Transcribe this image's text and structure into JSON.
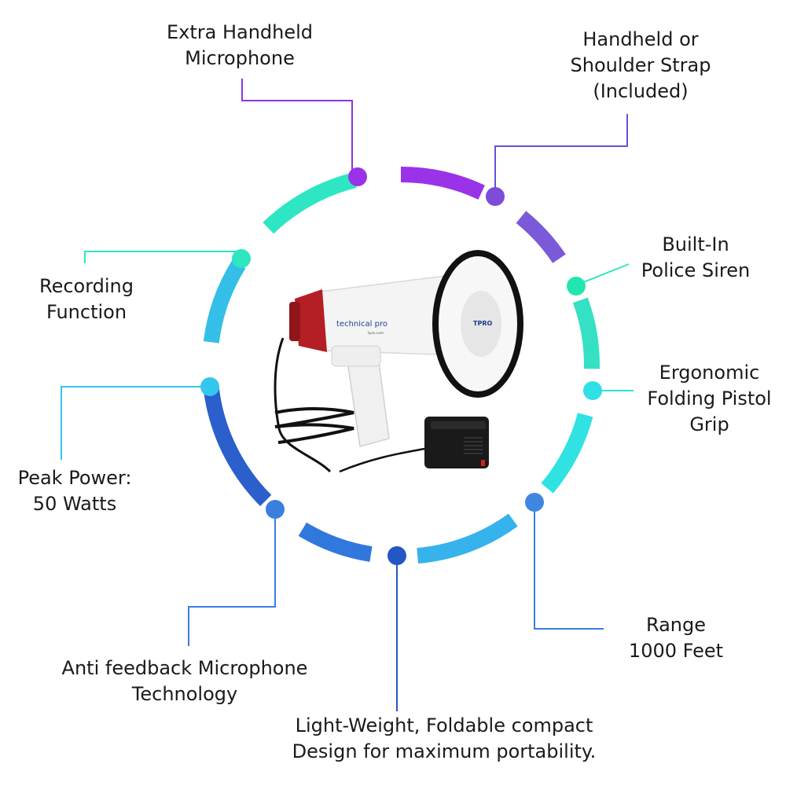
{
  "colors": {
    "purple": "#8a33e6",
    "violet": "#7b4fd8",
    "teal": "#2ee6c0",
    "aqua": "#2fe0e6",
    "sky": "#3fa8f0",
    "blue": "#2f6fd6",
    "darkblue": "#2456c4"
  },
  "product": {
    "brand": "technical pro",
    "brand_sub": "tpro.com",
    "badge": "TPRO"
  },
  "features": [
    {
      "id": "mic",
      "lines": [
        "Extra Handheld",
        "Microphone"
      ],
      "color": "#9a33e8"
    },
    {
      "id": "strap",
      "lines": [
        "Handheld or",
        "Shoulder Strap",
        "(Included)"
      ],
      "color": "#7d4cd8"
    },
    {
      "id": "siren",
      "lines": [
        "Built-In",
        "Police Siren"
      ],
      "color": "#22e6b0"
    },
    {
      "id": "grip",
      "lines": [
        "Ergonomic",
        "Folding Pistol",
        "Grip"
      ],
      "color": "#2fe0e6"
    },
    {
      "id": "range",
      "lines": [
        "Range",
        "1000 Feet"
      ],
      "color": "#3f86e0"
    },
    {
      "id": "light",
      "lines": [
        "Light-Weight, Foldable compact",
        "Design for maximum portability."
      ],
      "color": "#2456c4"
    },
    {
      "id": "antifb",
      "lines": [
        "Anti feedback Microphone",
        "Technology"
      ],
      "color": "#3a7fe0"
    },
    {
      "id": "peak",
      "lines": [
        "Peak Power:",
        "50 Watts"
      ],
      "color": "#34c6ee"
    },
    {
      "id": "record",
      "lines": [
        "Recording",
        "Function"
      ],
      "color": "#2ee6c0"
    }
  ]
}
